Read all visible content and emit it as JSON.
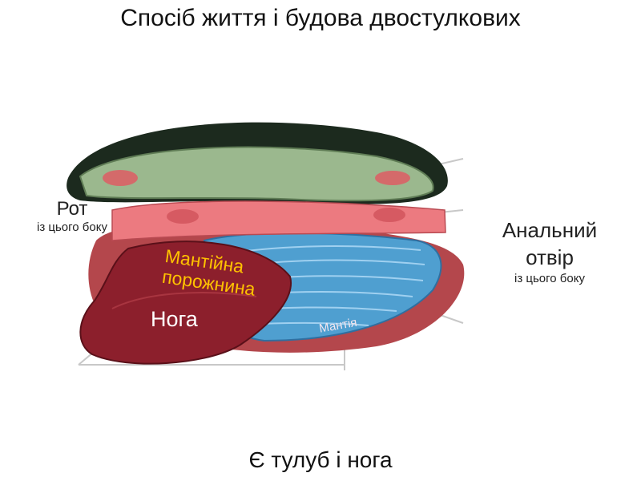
{
  "title": "Спосіб життя і будова двостулкових",
  "footer": "Є тулуб і нога",
  "mouth": {
    "label": "Рот",
    "note": "із цього боку"
  },
  "anus": {
    "label": "Анальний отвір",
    "note": "із цього боку"
  },
  "parts": {
    "mantle_cavity_line1": "Мантійна",
    "mantle_cavity_line2": "порожнина",
    "foot": "Нога",
    "mantle": "Мантія"
  },
  "colors": {
    "shell_dark": "#1c2a1e",
    "shell_inner": "#9bb88e",
    "muscle_pink": "#e86b70",
    "gill_blue": "#4f9fd0",
    "foot_red": "#8c1f2c",
    "cavity_label": "#ffc200"
  }
}
